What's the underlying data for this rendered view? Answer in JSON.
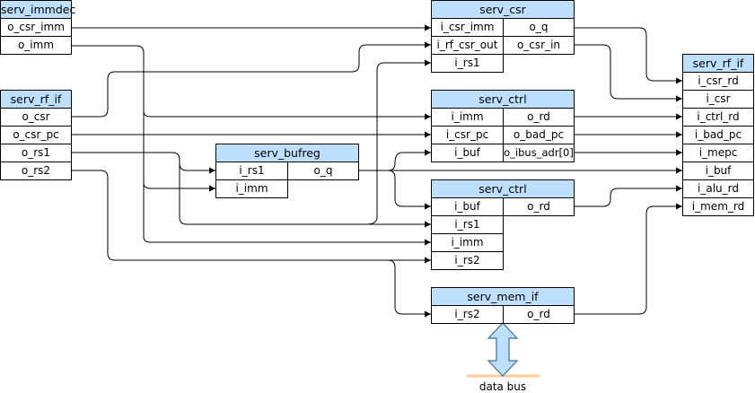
{
  "diagram": {
    "blocks": {
      "serv_immdec": {
        "title": "serv_immdec",
        "ports": [
          "o_csr_imm",
          "o_imm"
        ]
      },
      "serv_rf_if_left": {
        "title": "serv_rf_if",
        "ports": [
          "o_csr",
          "o_csr_pc",
          "o_rs1",
          "o_rs2"
        ]
      },
      "serv_bufreg": {
        "title": "serv_bufreg",
        "in_ports": [
          "i_rs1",
          "i_imm"
        ],
        "out_ports": [
          "o_q"
        ]
      },
      "serv_csr": {
        "title": "serv_csr",
        "in_ports": [
          "i_csr_imm",
          "i_rf_csr_out",
          "i_rs1"
        ],
        "out_ports": [
          "o_q",
          "o_csr_in"
        ]
      },
      "serv_ctrl_1": {
        "title": "serv_ctrl",
        "in_ports": [
          "i_imm",
          "i_csr_pc",
          "i_buf"
        ],
        "out_ports": [
          "o_rd",
          "o_bad_pc",
          "o_ibus_adr[0]"
        ]
      },
      "serv_ctrl_2": {
        "title": "serv_ctrl",
        "in_ports": [
          "i_buf",
          "i_rs1",
          "i_imm",
          "i_rs2"
        ],
        "out_ports": [
          "o_rd"
        ]
      },
      "serv_mem_if": {
        "title": "serv_mem_if",
        "in_ports": [
          "i_rs2"
        ],
        "out_ports": [
          "o_rd"
        ]
      },
      "serv_rf_if_right": {
        "title": "serv_rf_if",
        "ports": [
          "i_csr_rd",
          "i_csr",
          "i_ctrl_rd",
          "i_bad_pc",
          "i_mepc",
          "i_buf",
          "i_alu_rd",
          "i_mem_rd"
        ]
      }
    },
    "data_bus_label": "data bus",
    "colors": {
      "header_fill": "#bfdfff",
      "arrow_fill": "#bfdfff",
      "bus_line": "#ffcc99",
      "wire": "#000000"
    }
  }
}
